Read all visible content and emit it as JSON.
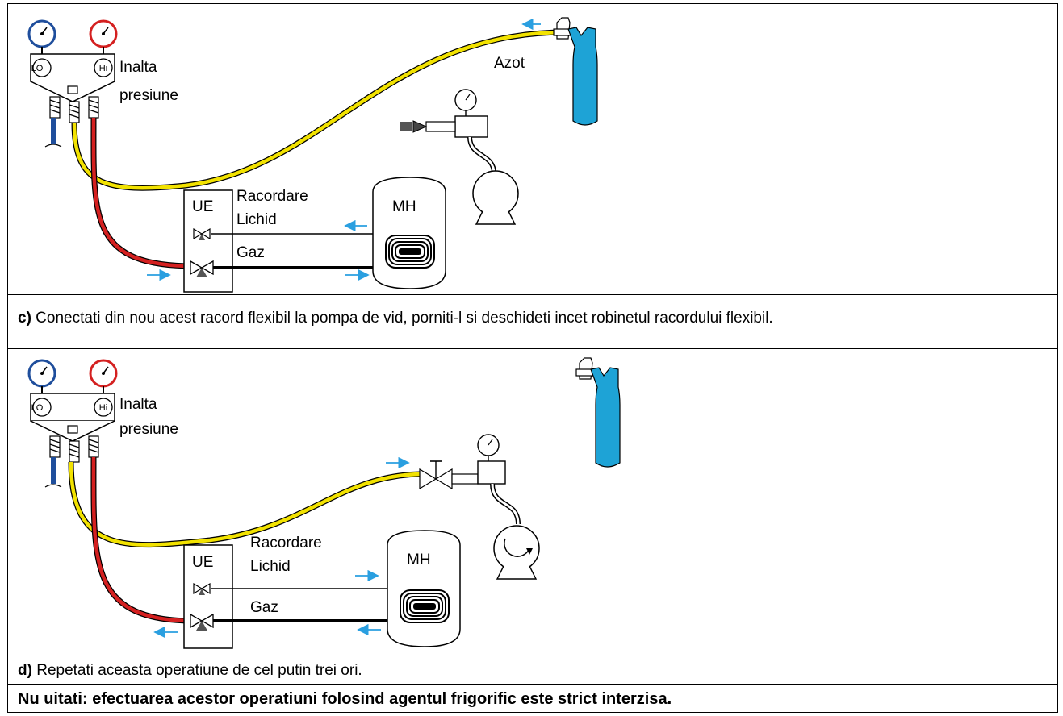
{
  "diagram_top": {
    "high_pressure_label_1": "Inalta",
    "high_pressure_label_2": "presiune",
    "gauge_lo": "LO",
    "gauge_hi": "Hi",
    "nitrogen_label": "Azot",
    "ue_label": "UE",
    "mh_label": "MH",
    "connect_label": "Racordare",
    "liquid_label": "Lichid",
    "gas_label": "Gaz"
  },
  "step_c": {
    "letter": "c)",
    "text": " Conectati din nou acest racord flexibil la pompa de vid, porniti-l si deschideti incet robinetul racordului flexibil."
  },
  "diagram_bottom": {
    "high_pressure_label_1": "Inalta",
    "high_pressure_label_2": "presiune",
    "gauge_lo": "LO",
    "gauge_hi": "Hi",
    "ue_label": "UE",
    "mh_label": "MH",
    "connect_label": "Racordare",
    "liquid_label": "Lichid",
    "gas_label": "Gaz"
  },
  "step_d": {
    "letter": "d)",
    "text": " Repetati aceasta operatiune de cel putin trei ori."
  },
  "warning": {
    "text": "Nu uitati: efectuarea acestor operatiuni folosind agentul frigorific este strict interzisa."
  },
  "colors": {
    "low_side": "#1f4e9c",
    "high_side": "#d42020",
    "charging_hose": "#f2e200",
    "nitrogen_cylinder": "#1ea3d6",
    "flow_arrow": "#2a9fe0"
  }
}
